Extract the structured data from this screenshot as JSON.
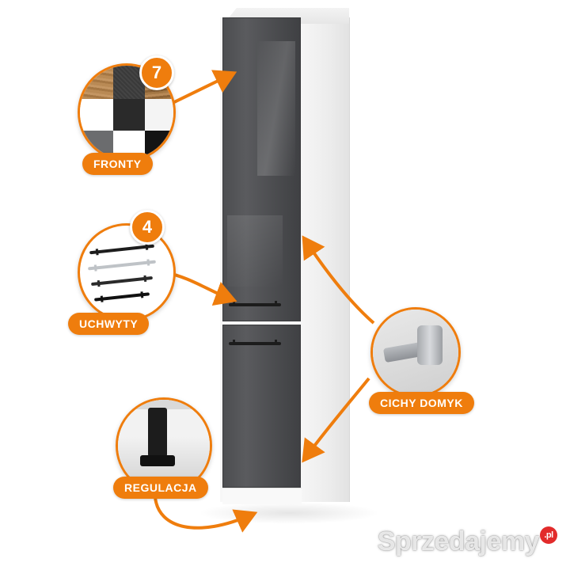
{
  "features": {
    "fronty": {
      "label": "FRONTY",
      "count": "7"
    },
    "uchwyty": {
      "label": "UCHWYTY",
      "count": "4"
    },
    "cichy_domyk": {
      "label": "CICHY DOMYK"
    },
    "regulacja": {
      "label": "REGULACJA"
    }
  },
  "watermark": {
    "text": "Sprzedajemy",
    "suffix": ".pl"
  },
  "colors": {
    "accent": "#ef7d0d",
    "door": "#4e4f52",
    "carcass": "#f4f4f4"
  }
}
